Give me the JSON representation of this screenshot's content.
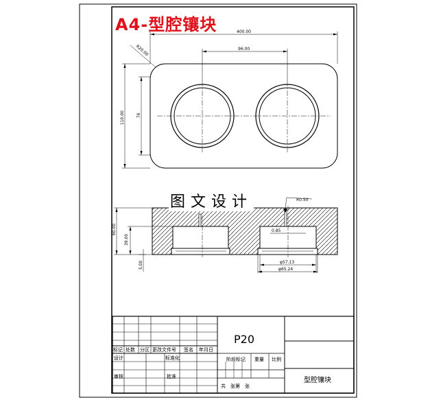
{
  "drawing": {
    "title": "A4-型腔镶块",
    "watermark": "图文设计",
    "part_code": "P20",
    "part_name": "型腔镶块"
  },
  "dimensions": {
    "overall_length": "400.00",
    "center_distance": "96.00",
    "corner_radius": "R20.00",
    "overall_width": "110.00",
    "inner_width": "76",
    "height": "60.00",
    "pocket_depth": "39.00",
    "base_offset": "5.00",
    "chamfer": "R0.50",
    "step": "0.85",
    "bore_diameter": "φ57.13",
    "outer_diameter": "φ65.24"
  },
  "title_block": {
    "row_labels": [
      "标记",
      "处数",
      "分区",
      "更改文件号",
      "签名",
      "年月日"
    ],
    "designer_label": "设计",
    "standard_label": "标准化",
    "review_label": "审核",
    "approve_label": "批准",
    "stage_mark_label": "阶段标记",
    "weight_label": "重量",
    "scale_label": "比例",
    "sheets_label": "共　张第　张"
  }
}
